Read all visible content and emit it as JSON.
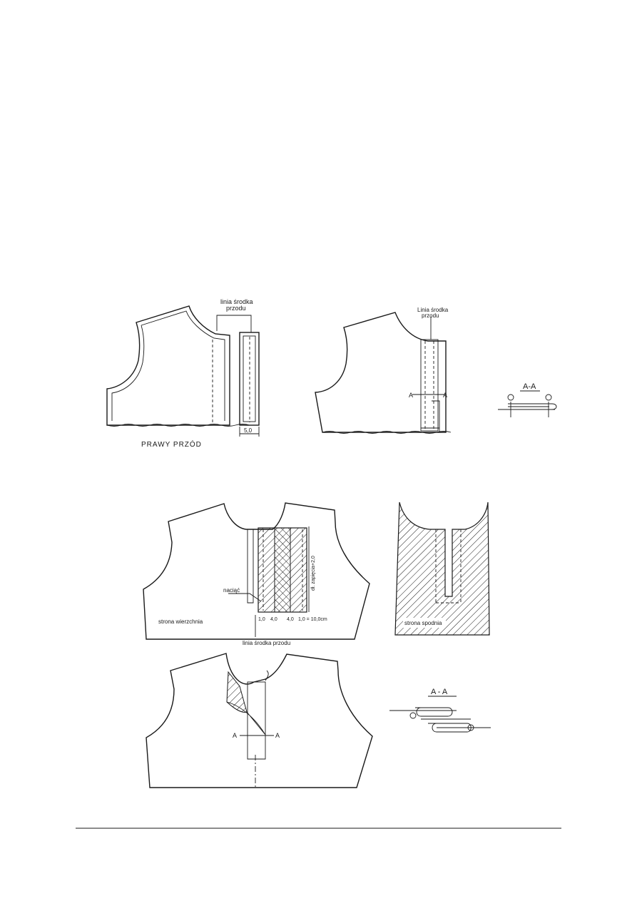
{
  "figures": {
    "fig1": {
      "center_line_label": "linia środka\nprzodu",
      "width_value": "5,0",
      "caption": "PRAWY PRZÓD"
    },
    "fig2": {
      "center_line_label": "Linia środka\nprzodu",
      "section_marker": "A",
      "section_marker_right": "A"
    },
    "fig3": {
      "section_title": "A-A"
    },
    "fig4": {
      "cut_label": "naciąć",
      "side_label": "strona wierzchnia",
      "center_line_label": "linia środka przodu",
      "dimension_vertical": "dł. zapięcia+2,0",
      "dimensions_bottom": [
        "1,0",
        "4,0",
        "4,0",
        "1,0 = 10,0cm"
      ]
    },
    "fig5": {
      "side_label": "strona spodnia"
    },
    "fig6": {
      "section_marker": "A",
      "section_marker_right": "A"
    },
    "fig7": {
      "section_title": "A - A"
    }
  },
  "footer": {
    "rule": true
  }
}
